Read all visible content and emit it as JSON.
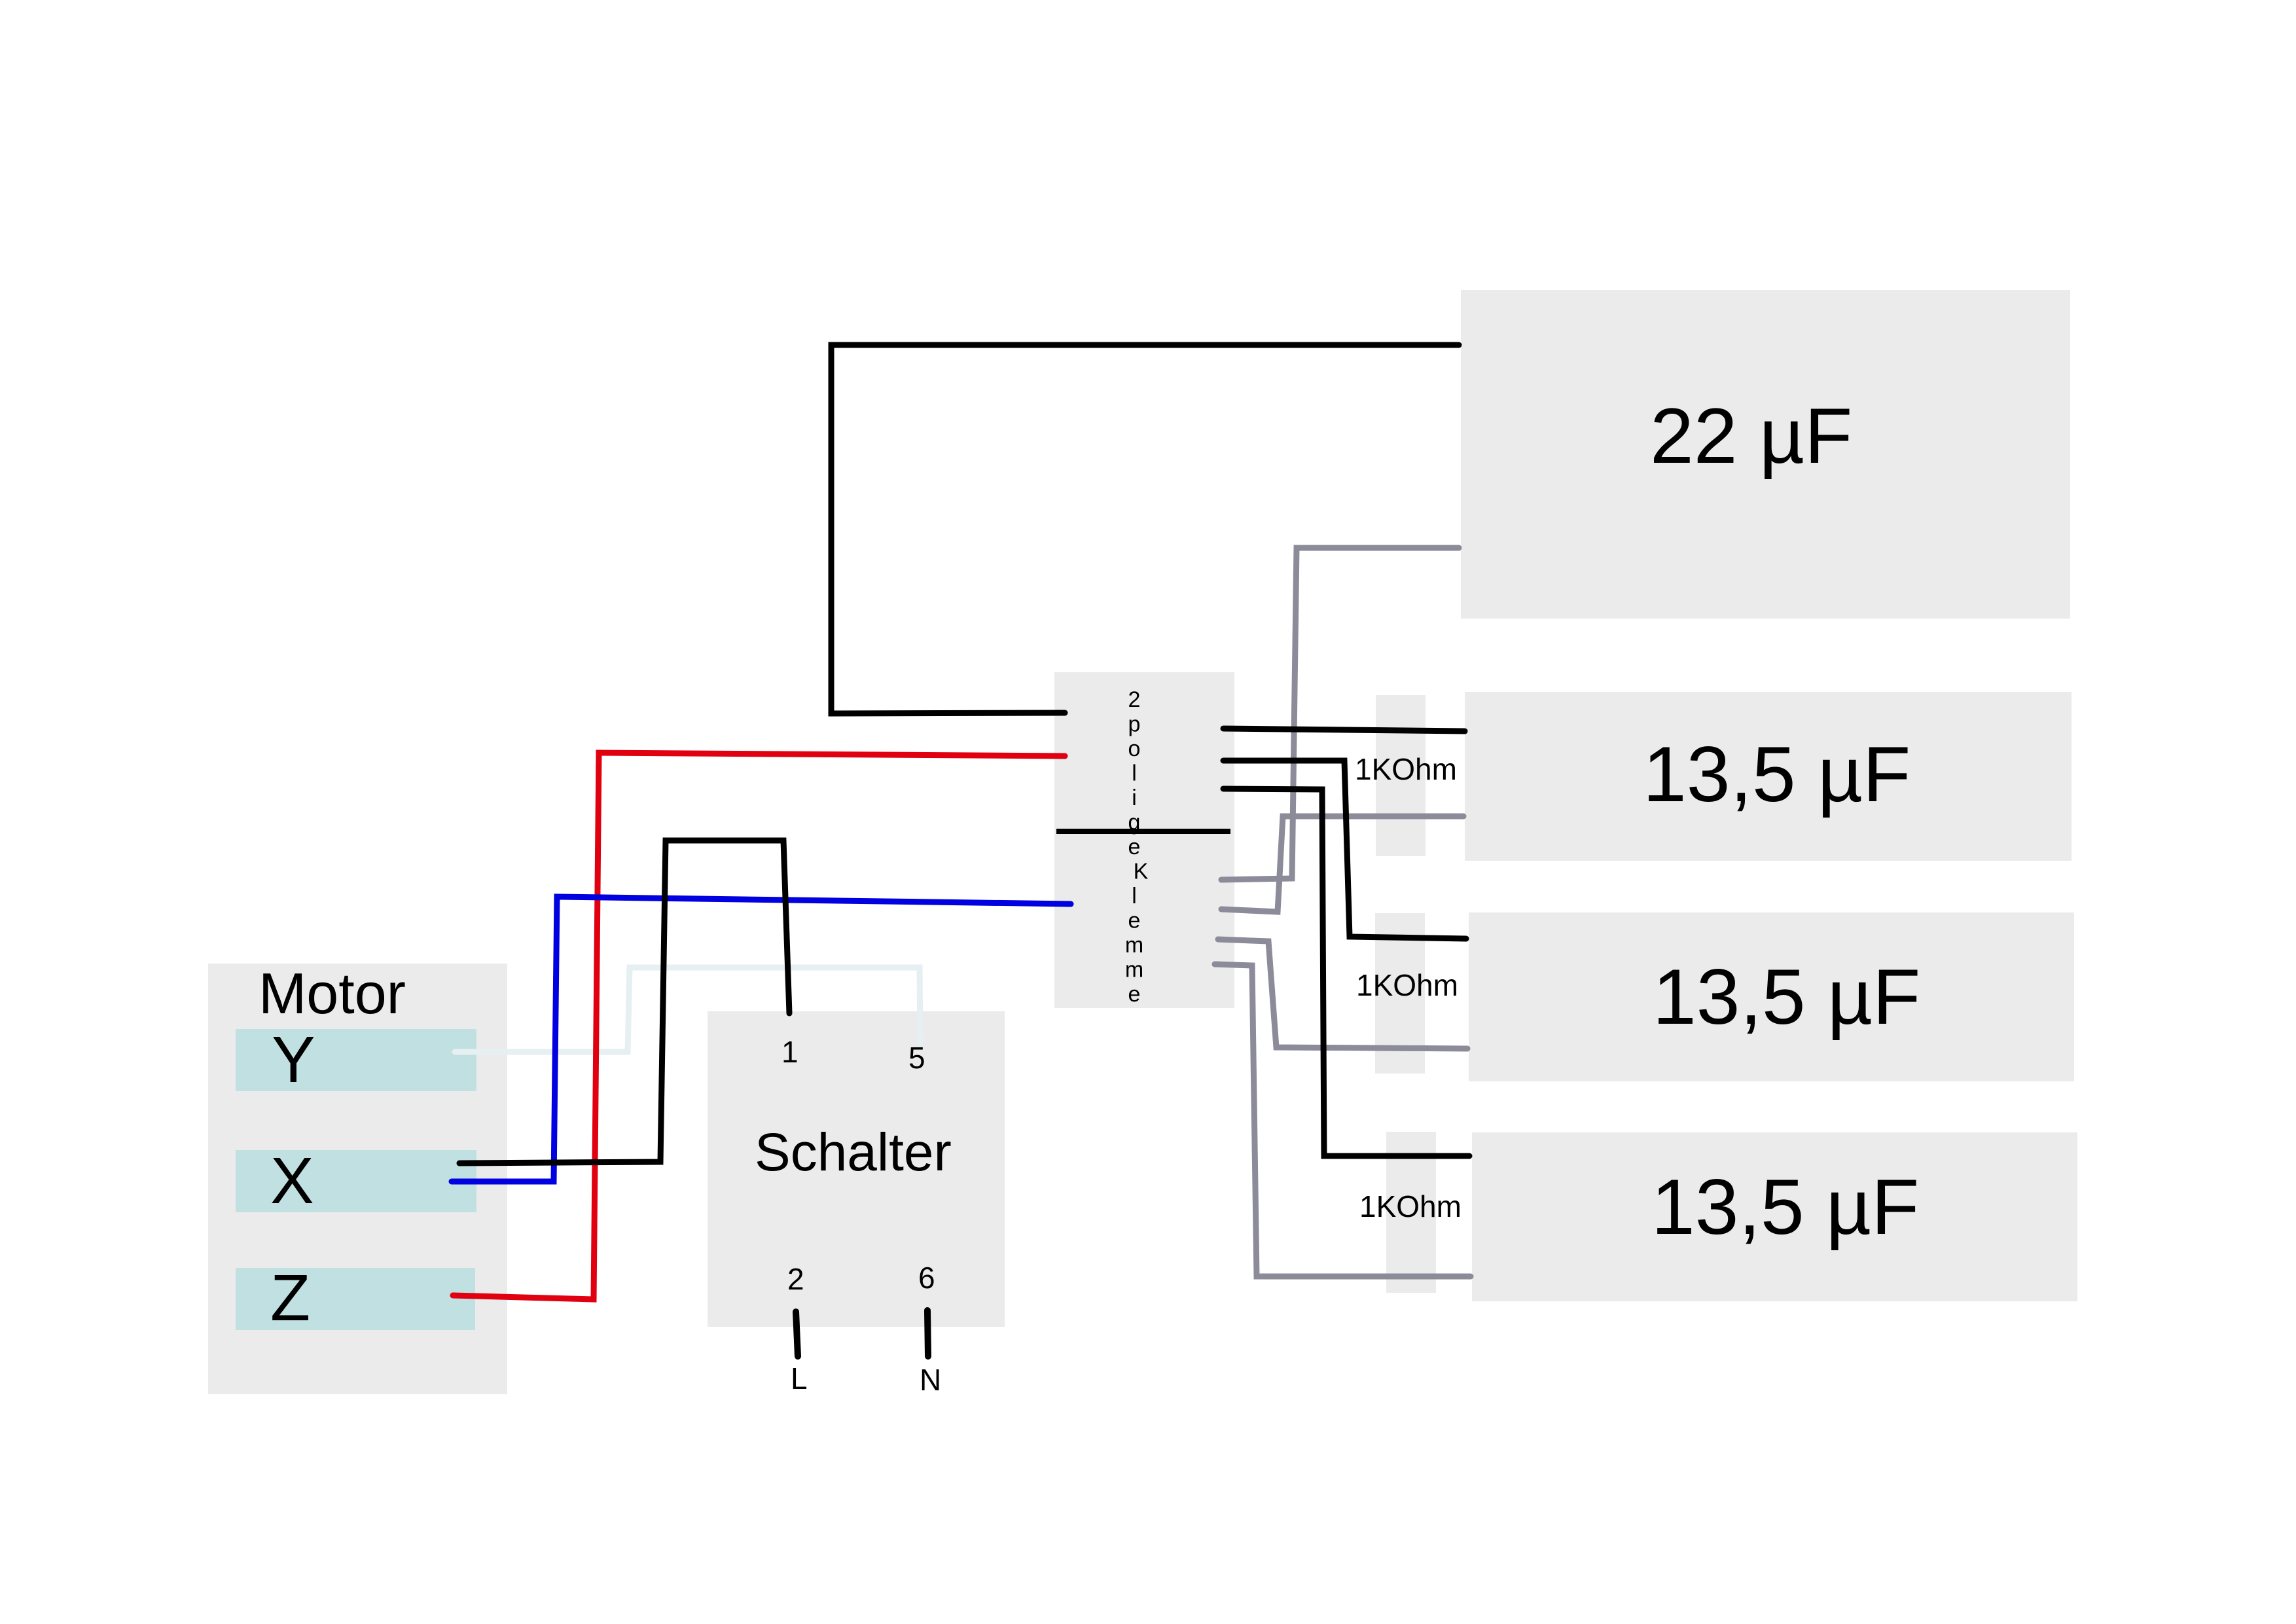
{
  "motor": {
    "title": "Motor",
    "terminals": {
      "y": "Y",
      "x": "X",
      "z": "Z"
    }
  },
  "switch": {
    "title": "Schalter",
    "pins": {
      "p1": "1",
      "p5": "5",
      "p2": "2",
      "p6": "6"
    },
    "supply": {
      "l": "L",
      "n": "N"
    }
  },
  "terminal_block": {
    "label_chars": [
      "2",
      "p",
      "o",
      "l",
      "i",
      "g",
      "e",
      "K",
      "l",
      "e",
      "m",
      "m",
      "e"
    ]
  },
  "capacitors": {
    "c1": "22 µF",
    "c2": "13,5 µF",
    "c3": "13,5 µF",
    "c4": "13,5 µF"
  },
  "resistors": {
    "r1": "1KOhm",
    "r2": "1KOhm",
    "r3": "1KOhm"
  },
  "colors": {
    "box": "#ebebeb",
    "motor_terminal": "#c1e0e1",
    "wire_black": "#000000",
    "wire_red": "#e0000f",
    "wire_blue": "#0000e0",
    "wire_grey": "#8c8b99",
    "wire_white": "#e6eff2"
  }
}
